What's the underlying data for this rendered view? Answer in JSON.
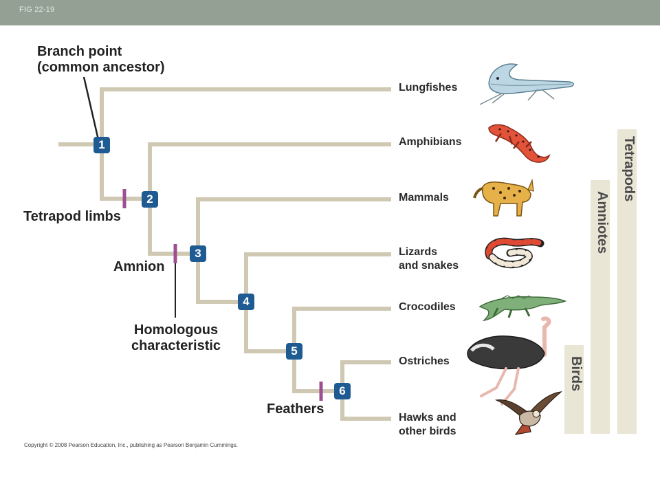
{
  "header": {
    "fig_label": "FIG 22-19"
  },
  "annotations": {
    "branch_point_line1": "Branch point",
    "branch_point_line2": "(common ancestor)",
    "tetrapod_limbs": "Tetrapod limbs",
    "amnion": "Amnion",
    "homologous_line1": "Homologous",
    "homologous_line2": "characteristic",
    "feathers": "Feathers"
  },
  "nodes": [
    "1",
    "2",
    "3",
    "4",
    "5",
    "6"
  ],
  "taxa": {
    "lungfishes": "Lungfishes",
    "amphibians": "Amphibians",
    "mammals": "Mammals",
    "lizards_line1": "Lizards",
    "lizards_line2": "and snakes",
    "crocodiles": "Crocodiles",
    "ostriches": "Ostriches",
    "hawks_line1": "Hawks and",
    "hawks_line2": "other birds"
  },
  "clades": {
    "tetrapods": "Tetrapods",
    "amniotes": "Amniotes",
    "birds": "Birds"
  },
  "colors": {
    "branch": "#cfc8b2",
    "node_badge": "#1f5b93",
    "trait_mark": "#9c4f93",
    "clade_bar": "#e9e6d6",
    "header_bar": "#93a093"
  },
  "footer": {
    "copyright": "Copyright © 2008 Pearson Education, Inc., publishing as Pearson Benjamin Cummings."
  }
}
